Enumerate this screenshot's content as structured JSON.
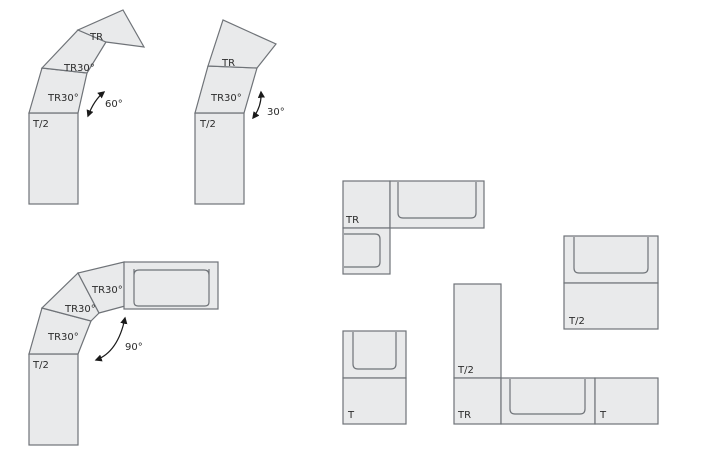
{
  "labels": {
    "t_half": "T/2",
    "tr30": "TR30°",
    "tr": "TR",
    "t": "T"
  },
  "angles": {
    "a60": "60°",
    "a30": "30°",
    "a90": "90°"
  }
}
